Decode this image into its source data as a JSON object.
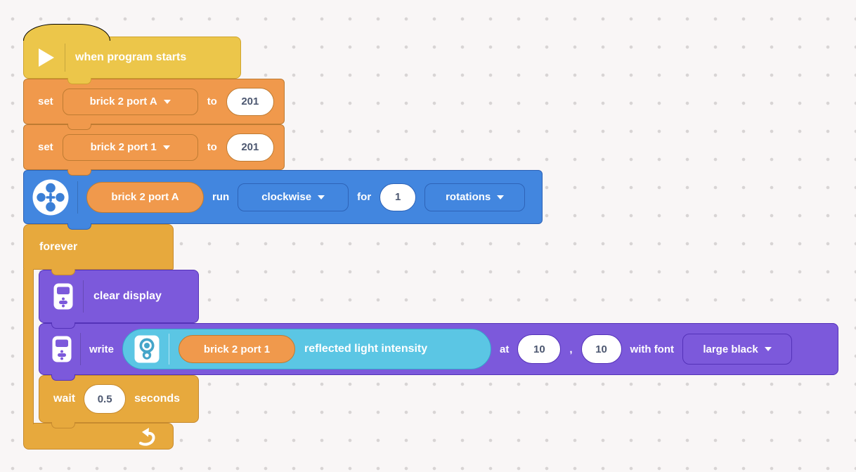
{
  "workspace": {
    "background_color": "#F9F6F6",
    "grid_dot_color": "#D8D4D4"
  },
  "palette": {
    "events_yellow": "#ECC64A",
    "control_amber": "#E7A93D",
    "variables_orange": "#F0994C",
    "motor_blue": "#4286DF",
    "display_purple": "#7C59DB",
    "sensor_cyan": "#5BC6E4",
    "field_text": "#4C5770"
  },
  "script": {
    "hat": {
      "label": "when program starts"
    },
    "set_port_a": {
      "keyword": "set",
      "variable": "brick 2 port A",
      "to": "to",
      "value": "201"
    },
    "set_port_1": {
      "keyword": "set",
      "variable": "brick 2 port 1",
      "to": "to",
      "value": "201"
    },
    "motor_run": {
      "port": "brick 2 port A",
      "run": "run",
      "direction": "clockwise",
      "for": "for",
      "amount": "1",
      "unit": "rotations"
    },
    "forever": {
      "label": "forever"
    },
    "clear_display": {
      "label": "clear display"
    },
    "write": {
      "keyword": "write",
      "sensor": {
        "port": "brick 2 port 1",
        "reading": "reflected light intensity"
      },
      "at": "at",
      "x": "10",
      "comma": ",",
      "y": "10",
      "with_font": "with font",
      "font": "large black"
    },
    "wait": {
      "keyword": "wait",
      "duration": "0.5",
      "unit": "seconds"
    }
  }
}
